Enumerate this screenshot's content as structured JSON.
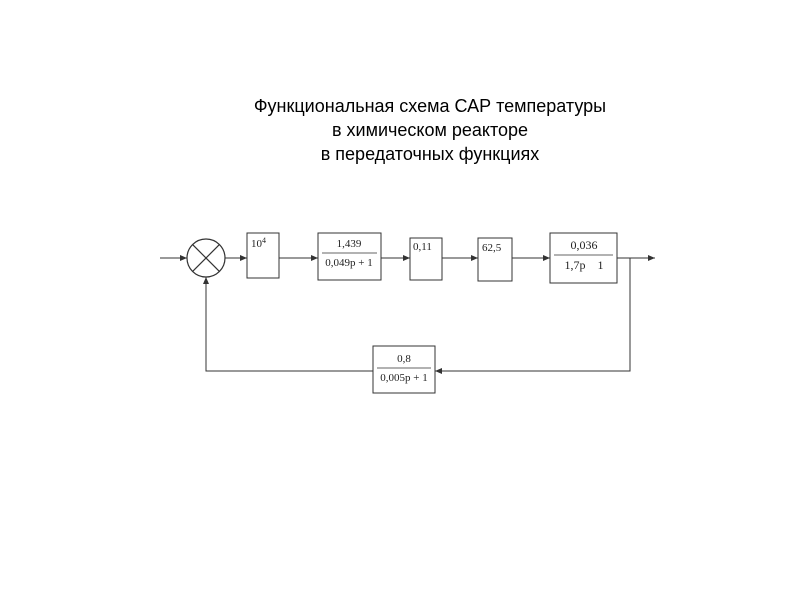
{
  "title": {
    "line1": "Функциональная схема САР температуры",
    "line2": "в химическом реакторе",
    "line3": "в передаточных функциях"
  },
  "blocks": {
    "gain1": {
      "base": "10",
      "exp": "4"
    },
    "block2": {
      "num": "1,439",
      "den": "0,049p + 1"
    },
    "block3": {
      "text": "0,11"
    },
    "block4": {
      "text": "62,5"
    },
    "block5": {
      "num": "0,036",
      "den": "1,7p    1"
    },
    "feedback": {
      "num": "0,8",
      "den": "0,005p + 1"
    }
  }
}
